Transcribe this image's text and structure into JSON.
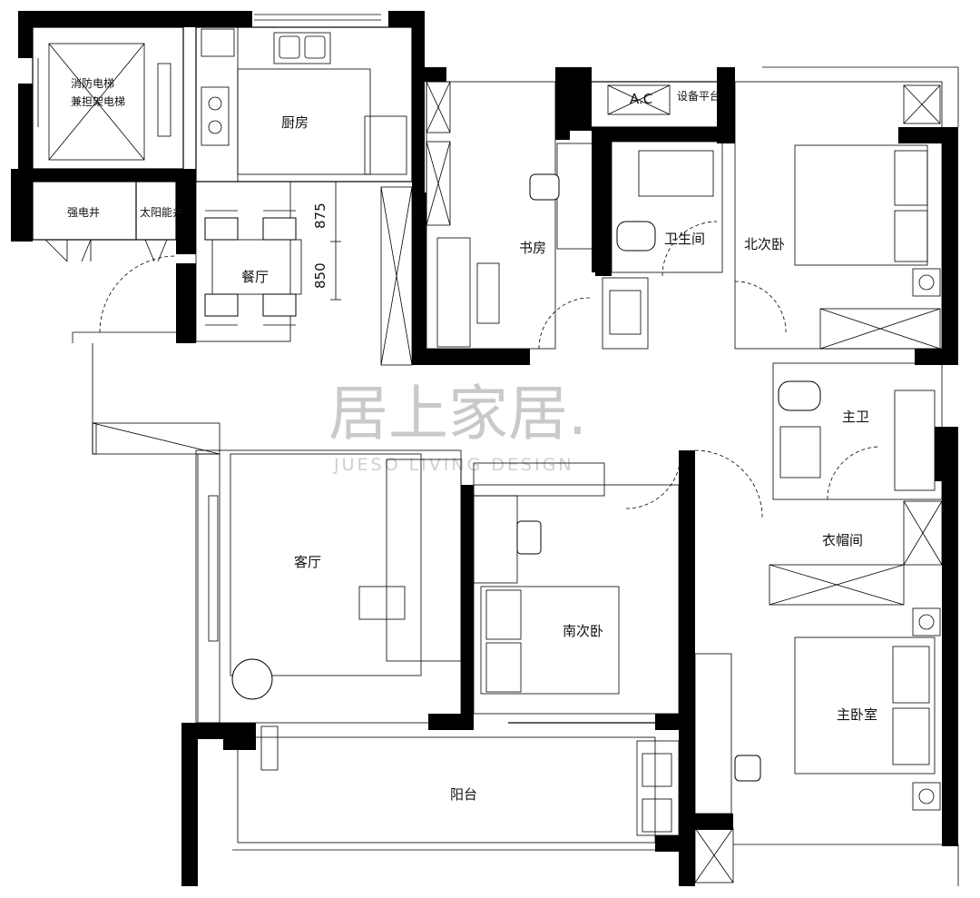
{
  "watermark": {
    "brand": "居上家居.",
    "tagline": "JUESO LIVING DESIGN"
  },
  "rooms": {
    "fire_elevator": "消防电梯",
    "stretcher_elevator": "兼担架电梯",
    "kitchen": "厨房",
    "power_shaft": "强电井",
    "solar_shaft": "太阳能井",
    "dining": "餐厅",
    "study": "书房",
    "ac": "A.C",
    "equipment_platform": "设备平台",
    "bathroom": "卫生间",
    "north_bedroom": "北次卧",
    "master_bath": "主卫",
    "living_room": "客厅",
    "cloakroom": "衣帽间",
    "south_bedroom": "南次卧",
    "master_bedroom": "主卧室",
    "balcony": "阳台"
  },
  "dimensions": {
    "dim_upper": "875",
    "dim_lower": "850"
  }
}
